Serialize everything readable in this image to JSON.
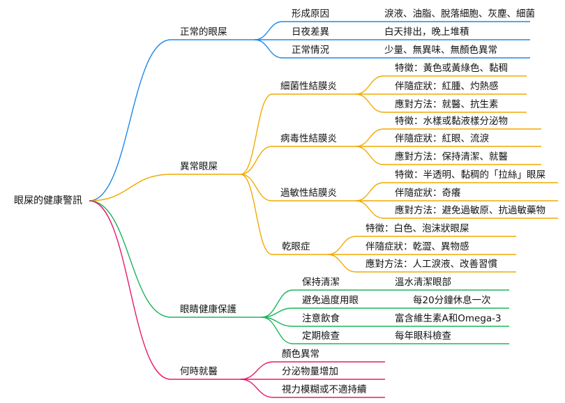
{
  "root": "眼屎的健康警訊",
  "branches": [
    {
      "label": "正常的眼屎",
      "color": "#1e88e5",
      "children": [
        {
          "label": "形成原因",
          "value": "淚液、油脂、脫落細胞、灰塵、細菌"
        },
        {
          "label": "日夜差異",
          "value": "白天排出，晚上堆積"
        },
        {
          "label": "正常情況",
          "value": "少量、無異味、無顏色異常"
        }
      ]
    },
    {
      "label": "異常眼屎",
      "color": "#f2a900",
      "children": [
        {
          "label": "細菌性結膜炎",
          "items": [
            "特徵：黃色或黃綠色、黏稠",
            "伴隨症狀：紅腫、灼熱感",
            "應對方法：就醫、抗生素"
          ]
        },
        {
          "label": "病毒性結膜炎",
          "items": [
            "特徵：水樣或黏液樣分泌物",
            "伴隨症狀：紅眼、流淚",
            "應對方法：保持清潔、就醫"
          ]
        },
        {
          "label": "過敏性結膜炎",
          "items": [
            "特徵：半透明、黏稠的「拉絲」眼屎",
            "伴隨症狀：奇癢",
            "應對方法：避免過敏原、抗過敏藥物"
          ]
        },
        {
          "label": "乾眼症",
          "items": [
            "特徵：白色、泡沫狀眼屎",
            "伴隨症狀：乾澀、異物感",
            "應對方法：人工淚液、改善習慣"
          ]
        }
      ]
    },
    {
      "label": "眼睛健康保護",
      "color": "#1bb55c",
      "children": [
        {
          "label": "保持清潔",
          "value": "溫水清潔眼部"
        },
        {
          "label": "避免過度用眼",
          "value": "每20分鐘休息一次"
        },
        {
          "label": "注意飲食",
          "value": "富含維生素A和Omega-3"
        },
        {
          "label": "定期檢查",
          "value": "每年眼科檢查"
        }
      ]
    },
    {
      "label": "何時就醫",
      "color": "#e8196b",
      "children": [
        {
          "label": "顏色異常"
        },
        {
          "label": "分泌物量增加"
        },
        {
          "label": "視力模糊或不適持續"
        }
      ]
    }
  ]
}
